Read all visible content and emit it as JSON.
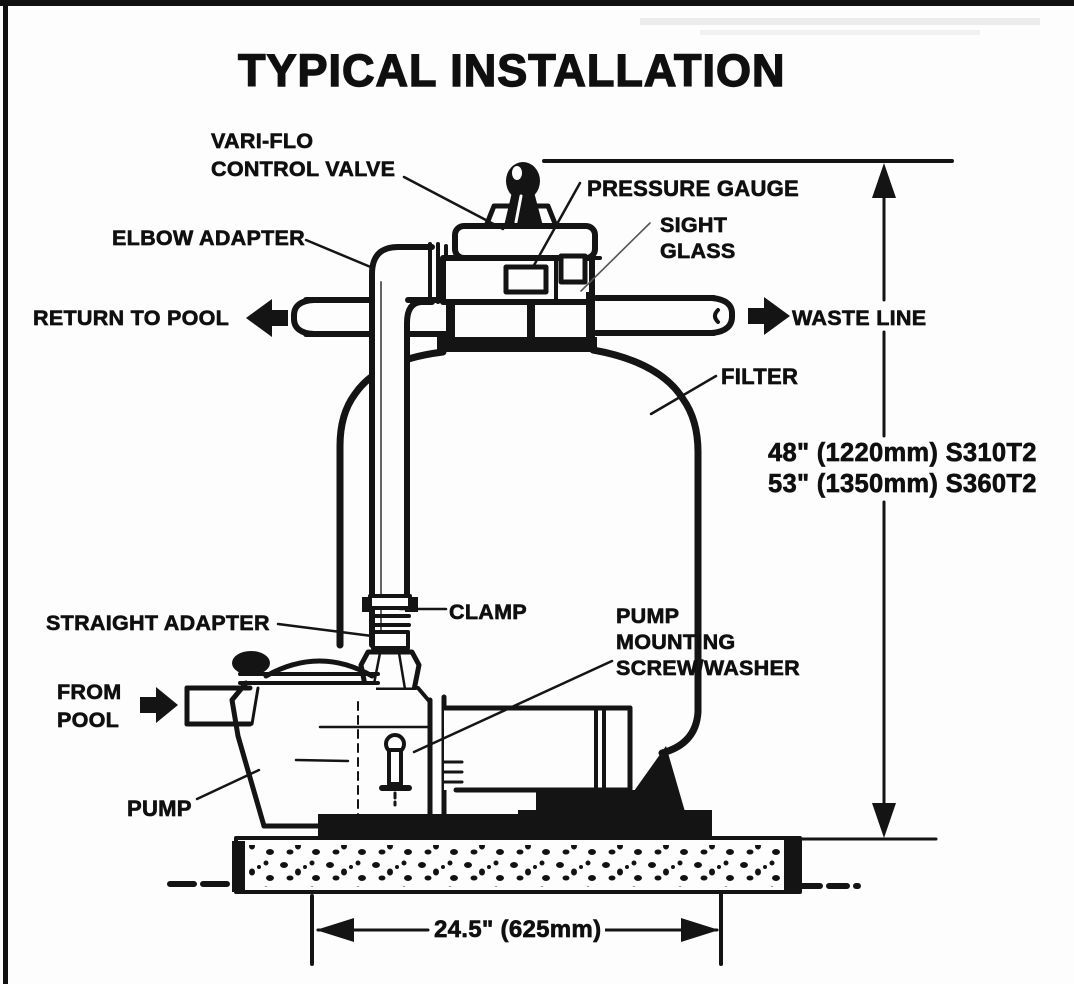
{
  "page": {
    "background": "#fdfdfd",
    "ink": "#141414"
  },
  "title": "TYPICAL INSTALLATION",
  "labels": {
    "vari_flo": "VARI-FLO\nCONTROL VALVE",
    "pressure_gauge": "PRESSURE GAUGE",
    "elbow_adapter": "ELBOW ADAPTER",
    "sight_glass": "SIGHT\nGLASS",
    "return_to_pool": "RETURN TO POOL",
    "waste_line": "WASTE LINE",
    "filter": "FILTER",
    "straight_adapter": "STRAIGHT ADAPTER",
    "clamp": "CLAMP",
    "pump_mounting_screw": "PUMP\nMOUNTING\nSCREW/WASHER",
    "from_pool": "FROM\nPOOL",
    "pump": "PUMP"
  },
  "dimensions": {
    "height_models": "48\" (1220mm) S310T2\n53\" (1350mm) S360T2",
    "width": "24.5\" (625mm)"
  },
  "icons": {
    "return_arrow": "arrow-left",
    "waste_arrow": "arrow-right",
    "from_pool_arrow": "arrow-right",
    "height_dimension": "double-ended-vertical-arrow",
    "width_dimension": "double-ended-horizontal-arrow"
  }
}
